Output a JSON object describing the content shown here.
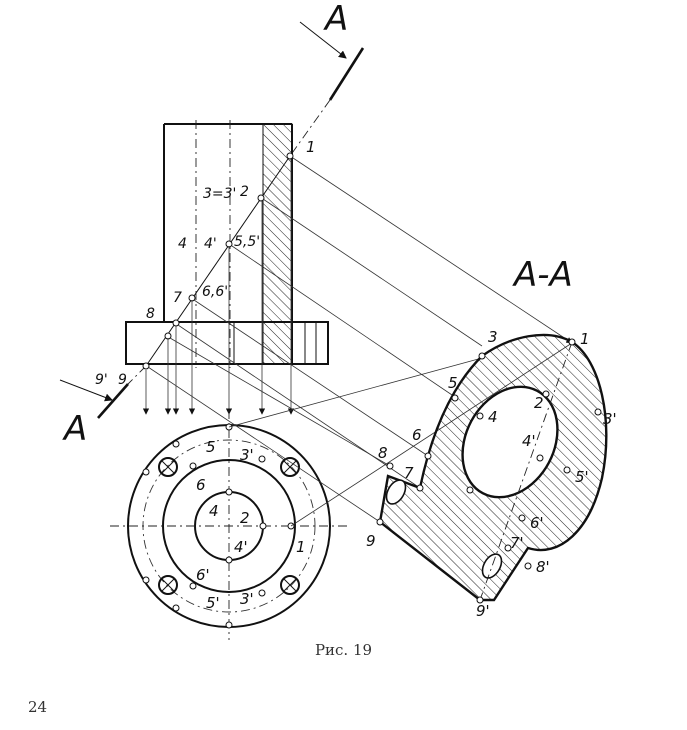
{
  "figure": {
    "caption": "Рис. 19",
    "page_number": "24",
    "cut_plane_label_top": "A",
    "cut_plane_label_bottom": "A",
    "section_title": "A-A",
    "front_points": [
      "1",
      "2",
      "3=3'",
      "4",
      "4'",
      "5,5'",
      "6,6'",
      "7",
      "8",
      "9'",
      "9"
    ],
    "top_points": [
      "5",
      "3'",
      "6",
      "4",
      "2",
      "4'",
      "1",
      "6'",
      "5'",
      "3'"
    ],
    "section_points": [
      "1",
      "2",
      "3",
      "3'",
      "4",
      "4'",
      "5",
      "5'",
      "6",
      "6'",
      "7",
      "7'",
      "8",
      "8'",
      "9",
      "9'"
    ]
  }
}
